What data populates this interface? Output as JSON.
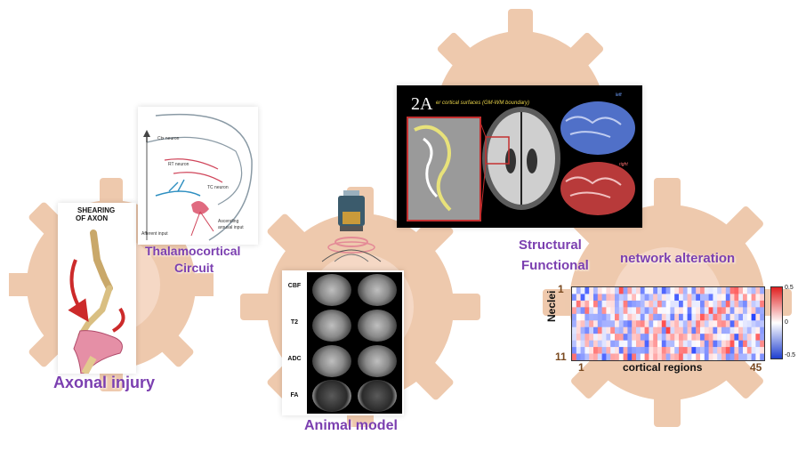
{
  "labels": {
    "axonal_injury": "Axonal injury",
    "thalamocortical_line1": "Thalamocortical",
    "thalamocortical_line2": "Circuit",
    "animal_model": "Animal model",
    "structural": "Structural",
    "functional": "Functional",
    "network_alteration": "network alteration"
  },
  "axon_panel": {
    "title_line1": "SHEARING",
    "title_line2": "OF AXON"
  },
  "circuit_panel": {
    "ctx_neuron": "Ctx neuron",
    "rt_neuron": "RT neuron",
    "tc_neuron": "TC neuron",
    "afferent_input": "Afferent input",
    "ascending_line1": "Ascending",
    "ascending_line2": "arousal input"
  },
  "mri_panel": {
    "rows": [
      "CBF",
      "T2",
      "ADC",
      "FA"
    ]
  },
  "brain_panel": {
    "tag": "2A",
    "caption": "er cortical surfaces (GM-WM boundary)",
    "left_label": "left",
    "right_label": "right"
  },
  "heatmap": {
    "y_label": "Neclei",
    "x_label": "cortical regions",
    "y_top": "1",
    "y_bottom": "11",
    "x_left": "1",
    "x_right": "45",
    "cb_max": "0.5",
    "cb_mid": "0",
    "cb_min": "-0.5",
    "rows": 11,
    "cols": 45
  },
  "colors": {
    "gear": "#e9b48f",
    "purple": "#7b3fb0",
    "heat_pos": "#e02020",
    "heat_neg": "#1f3fd0"
  }
}
